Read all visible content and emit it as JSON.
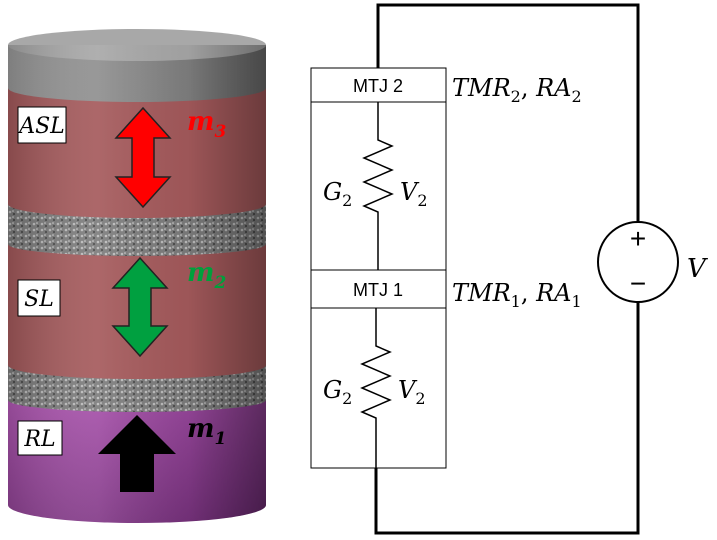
{
  "stack": {
    "layers": [
      {
        "label": "ASL",
        "moment": "m",
        "moment_sub": "3",
        "moment_color": "#ff0000",
        "arrow": "double",
        "arrow_color": "#ff0000"
      },
      {
        "label": "SL",
        "moment": "m",
        "moment_sub": "2",
        "moment_color": "#00a03c",
        "arrow": "double",
        "arrow_color": "#00a040"
      },
      {
        "label": "RL",
        "moment": "m",
        "moment_sub": "1",
        "moment_color": "#000000",
        "arrow": "up",
        "arrow_color": "#000000"
      }
    ],
    "colors": {
      "free_layer": "#a55a5c",
      "reference_layer": "#a04aa8",
      "cap": "#8a8a8a",
      "barrier": "#8c8c8c"
    }
  },
  "circuit": {
    "mtj2": {
      "box_label": "MTJ 2",
      "tmr": "TMR",
      "tmr_sub": "2",
      "ra": "RA",
      "ra_sub": "2",
      "g": "G",
      "g_sub": "2",
      "v": "V",
      "v_sub": "2"
    },
    "mtj1": {
      "box_label": "MTJ 1",
      "tmr": "TMR",
      "tmr_sub": "1",
      "ra": "RA",
      "ra_sub": "1",
      "g": "G",
      "g_sub": "2",
      "v": "V",
      "v_sub": "2"
    },
    "source": {
      "plus": "+",
      "minus": "−",
      "label": "V"
    }
  }
}
